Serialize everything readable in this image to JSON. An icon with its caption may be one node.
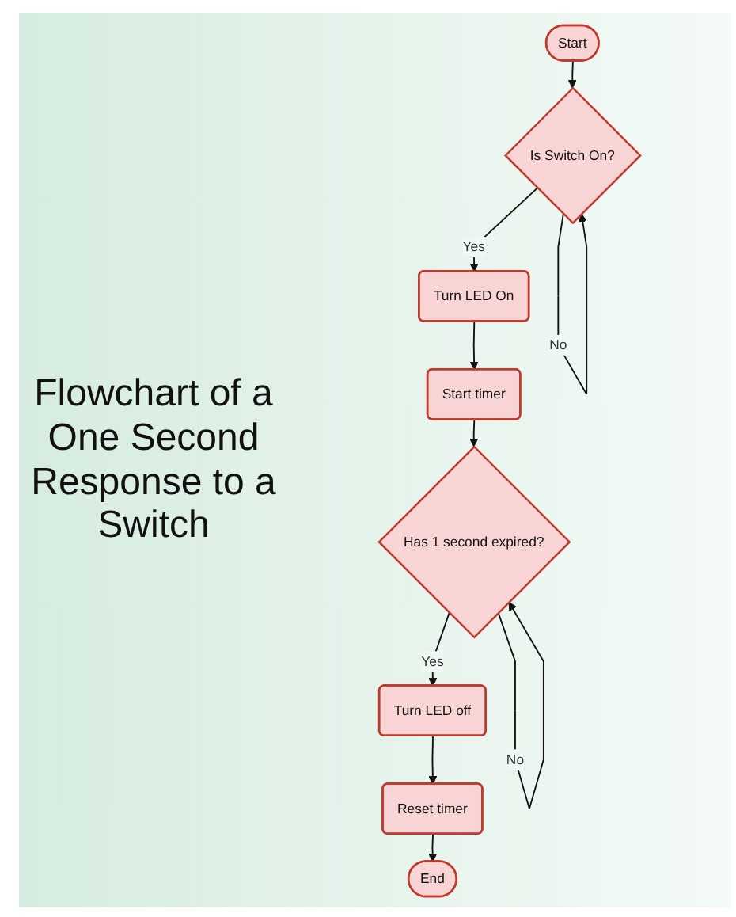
{
  "diagram": {
    "title": "Flowchart of a One Second Response to a Switch",
    "nodes": [
      {
        "text": [
          "Start"
        ]
      },
      {
        "text": [
          "Is Switch On?"
        ]
      },
      {
        "text": [
          "Turn LED On"
        ]
      },
      {
        "text": [
          "Start timer"
        ]
      },
      {
        "text": [
          "Has 1 second expired?"
        ]
      },
      {
        "text": [
          "Turn LED off"
        ]
      },
      {
        "text": [
          "Reset timer"
        ]
      },
      {
        "text": [
          "End"
        ]
      }
    ],
    "edges": [
      {
        "from": 0,
        "to": 1,
        "arrow": "to"
      },
      {
        "from": 1,
        "to": 1,
        "label": "No",
        "arrow": "to"
      },
      {
        "from": 1,
        "to": 2,
        "label": "Yes",
        "arrow": "to"
      },
      {
        "from": 2,
        "to": 3,
        "arrow": "to"
      },
      {
        "from": 3,
        "to": 4,
        "arrow": "to"
      },
      {
        "from": 4,
        "to": 4,
        "label": "No",
        "arrow": "to"
      },
      {
        "from": 4,
        "to": 5,
        "label": "Yes",
        "arrow": "to"
      },
      {
        "from": 5,
        "to": 6,
        "arrow": "to"
      },
      {
        "from": 6,
        "to": 7,
        "arrow": "to"
      }
    ]
  }
}
